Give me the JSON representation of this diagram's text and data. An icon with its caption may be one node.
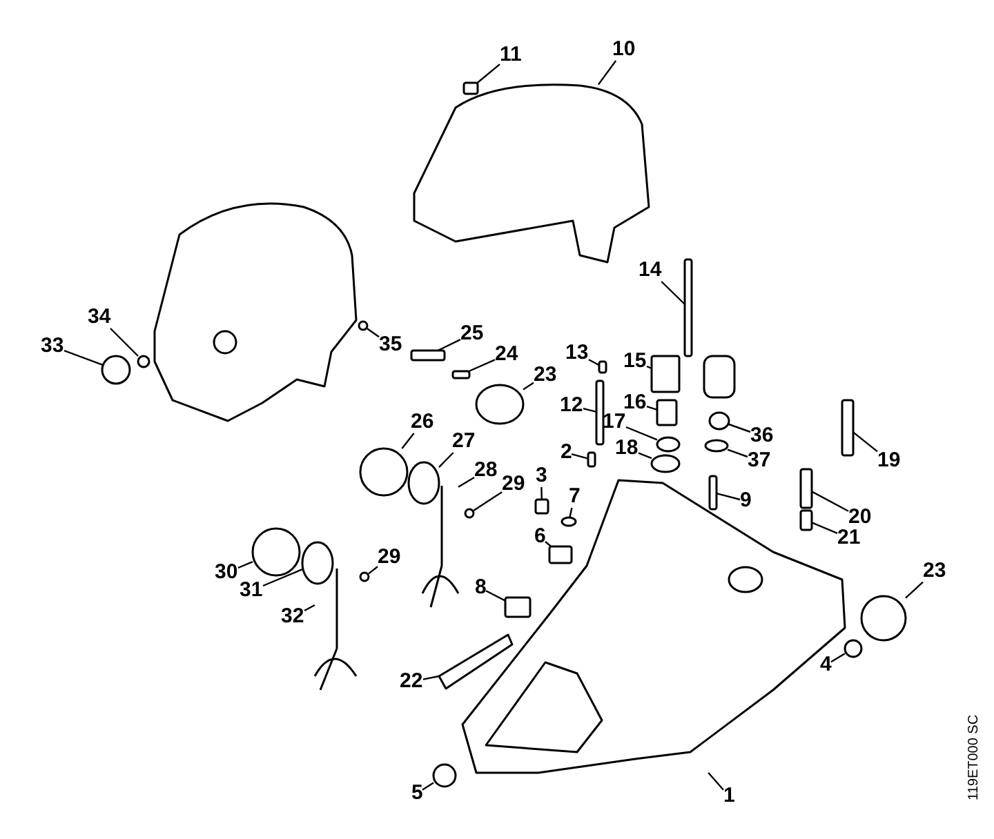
{
  "diagram": {
    "nodes": [
      {
        "text": [
          "11"
        ]
      },
      {
        "text": [
          "10"
        ]
      },
      {
        "text": [
          "35"
        ]
      },
      {
        "text": [
          "34"
        ]
      },
      {
        "text": [
          "33"
        ]
      },
      {
        "text": [
          "25"
        ]
      },
      {
        "text": [
          "24"
        ]
      },
      {
        "text": [
          "23"
        ]
      },
      {
        "text": [
          "14"
        ]
      },
      {
        "text": [
          "15"
        ]
      },
      {
        "text": [
          "13"
        ]
      },
      {
        "text": [
          "12"
        ]
      },
      {
        "text": [
          "16"
        ]
      },
      {
        "text": [
          "36"
        ]
      },
      {
        "text": [
          "17"
        ]
      },
      {
        "text": [
          "18"
        ]
      },
      {
        "text": [
          "37"
        ]
      },
      {
        "text": [
          "19"
        ]
      },
      {
        "text": [
          "26"
        ]
      },
      {
        "text": [
          "2"
        ]
      },
      {
        "text": [
          "27"
        ]
      },
      {
        "text": [
          "28"
        ]
      },
      {
        "text": [
          "29"
        ]
      },
      {
        "text": [
          "3"
        ]
      },
      {
        "text": [
          "9"
        ]
      },
      {
        "text": [
          "7"
        ]
      },
      {
        "text": [
          "20"
        ]
      },
      {
        "text": [
          "6"
        ]
      },
      {
        "text": [
          "21"
        ]
      },
      {
        "text": [
          "30"
        ]
      },
      {
        "text": [
          "29"
        ]
      },
      {
        "text": [
          "31"
        ]
      },
      {
        "text": [
          "32"
        ]
      },
      {
        "text": [
          "8"
        ]
      },
      {
        "text": [
          "23"
        ]
      },
      {
        "text": [
          "4"
        ]
      },
      {
        "text": [
          "22"
        ]
      },
      {
        "text": [
          "5"
        ]
      },
      {
        "text": [
          "1"
        ]
      },
      {
        "text": [],
        "shape": "box"
      },
      {
        "text": [],
        "shape": "picture"
      },
      {
        "text": [],
        "shape": "circle"
      },
      {
        "text": [],
        "shape": "circle"
      },
      {
        "text": [],
        "shape": "circle"
      },
      {
        "text": [],
        "shape": "box"
      },
      {
        "text": [],
        "shape": "box"
      },
      {
        "text": [],
        "shape": "circle"
      },
      {
        "text": [],
        "shape": "box"
      },
      {
        "text": [],
        "shape": "box"
      },
      {
        "text": [],
        "shape": "box"
      },
      {
        "text": [],
        "shape": "box"
      },
      {
        "text": [],
        "shape": "box"
      },
      {
        "text": [],
        "shape": "circle"
      },
      {
        "text": [],
        "shape": "circle"
      },
      {
        "text": [],
        "shape": "circle"
      },
      {
        "text": [],
        "shape": "circle"
      },
      {
        "text": [],
        "shape": "box"
      },
      {
        "text": [],
        "shape": "circle"
      },
      {
        "text": [],
        "shape": "box"
      },
      {
        "text": [],
        "shape": "circle"
      },
      {
        "text": [],
        "shape": "picture"
      },
      {
        "text": [],
        "shape": "circle"
      },
      {
        "text": [],
        "shape": "box"
      },
      {
        "text": [],
        "shape": "box"
      },
      {
        "text": [],
        "shape": "circle"
      },
      {
        "text": [],
        "shape": "box"
      },
      {
        "text": [],
        "shape": "box"
      },
      {
        "text": [],
        "shape": "box"
      },
      {
        "text": [],
        "shape": "circle"
      },
      {
        "text": [],
        "shape": "circle"
      },
      {
        "text": [],
        "shape": "circle"
      },
      {
        "text": [],
        "shape": "picture"
      },
      {
        "text": [],
        "shape": "box"
      },
      {
        "text": [],
        "shape": "circle"
      },
      {
        "text": [],
        "shape": "circle"
      },
      {
        "text": [],
        "shape": "picture"
      },
      {
        "text": [],
        "shape": "circle"
      },
      {
        "text": [],
        "shape": "picture"
      }
    ],
    "edges": [
      {
        "from": 0,
        "to": 39,
        "arrow": "none"
      },
      {
        "from": 1,
        "to": 40,
        "arrow": "none"
      },
      {
        "from": 2,
        "to": 41,
        "arrow": "none"
      },
      {
        "from": 3,
        "to": 42,
        "arrow": "none"
      },
      {
        "from": 4,
        "to": 43,
        "arrow": "none"
      },
      {
        "from": 5,
        "to": 44,
        "arrow": "none"
      },
      {
        "from": 6,
        "to": 45,
        "arrow": "none"
      },
      {
        "from": 7,
        "to": 46,
        "arrow": "none"
      },
      {
        "from": 8,
        "to": 47,
        "arrow": "none"
      },
      {
        "from": 9,
        "to": 48,
        "arrow": "none"
      },
      {
        "from": 10,
        "to": 49,
        "arrow": "none"
      },
      {
        "from": 11,
        "to": 50,
        "arrow": "none"
      },
      {
        "from": 12,
        "to": 51,
        "arrow": "none"
      },
      {
        "from": 13,
        "to": 52,
        "arrow": "none"
      },
      {
        "from": 14,
        "to": 53,
        "arrow": "none"
      },
      {
        "from": 15,
        "to": 54,
        "arrow": "none"
      },
      {
        "from": 16,
        "to": 55,
        "arrow": "none"
      },
      {
        "from": 17,
        "to": 56,
        "arrow": "none"
      },
      {
        "from": 18,
        "to": 57,
        "arrow": "none"
      },
      {
        "from": 19,
        "to": 58,
        "arrow": "none"
      },
      {
        "from": 20,
        "to": 59,
        "arrow": "none"
      },
      {
        "from": 21,
        "to": 60,
        "arrow": "none"
      },
      {
        "from": 22,
        "to": 61,
        "arrow": "none"
      },
      {
        "from": 23,
        "to": 62,
        "arrow": "none"
      },
      {
        "from": 24,
        "to": 63,
        "arrow": "none"
      },
      {
        "from": 25,
        "to": 64,
        "arrow": "none"
      },
      {
        "from": 26,
        "to": 65,
        "arrow": "none"
      },
      {
        "from": 27,
        "to": 66,
        "arrow": "none"
      },
      {
        "from": 28,
        "to": 67,
        "arrow": "none"
      },
      {
        "from": 29,
        "to": 68,
        "arrow": "none"
      },
      {
        "from": 30,
        "to": 69,
        "arrow": "none"
      },
      {
        "from": 31,
        "to": 70,
        "arrow": "none"
      },
      {
        "from": 32,
        "to": 71,
        "arrow": "none"
      },
      {
        "from": 33,
        "to": 72,
        "arrow": "none"
      },
      {
        "from": 34,
        "to": 73,
        "arrow": "none"
      },
      {
        "from": 35,
        "to": 74,
        "arrow": "none"
      },
      {
        "from": 36,
        "to": 75,
        "arrow": "none"
      },
      {
        "from": 37,
        "to": 76,
        "arrow": "none"
      },
      {
        "from": 38,
        "to": 77,
        "arrow": "none"
      }
    ],
    "labels": [
      "119ET000 SC"
    ]
  }
}
